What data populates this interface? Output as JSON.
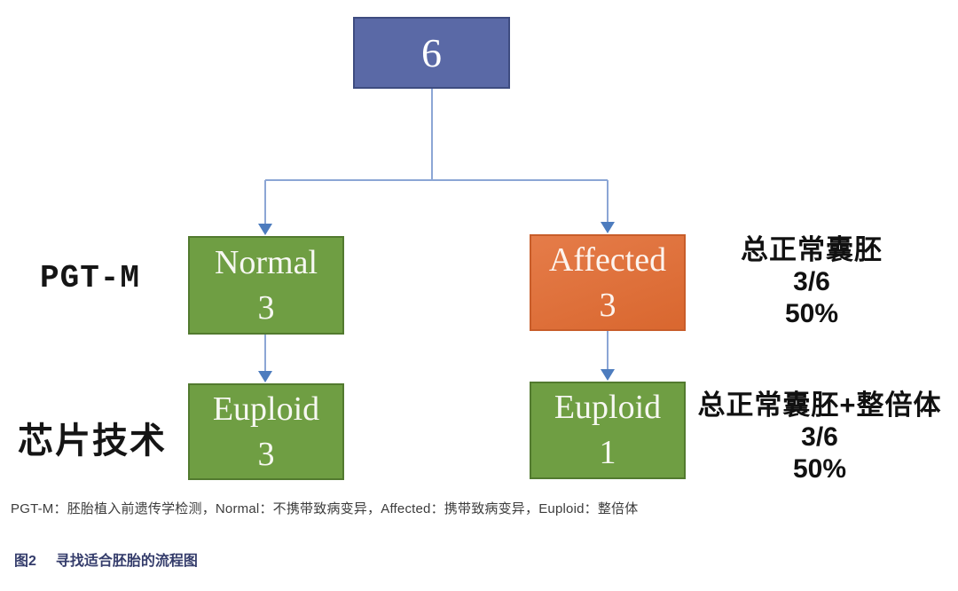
{
  "flow": {
    "root": {
      "value": "6"
    },
    "row_labels": {
      "pgt_m": "PGT-M",
      "chip_technology": "芯片技术"
    },
    "nodes": {
      "normal": {
        "label": "Normal",
        "count": "3"
      },
      "affected": {
        "label": "Affected",
        "count": "3"
      },
      "euploid_left": {
        "label": "Euploid",
        "count": "3"
      },
      "euploid_right": {
        "label": "Euploid",
        "count": "1"
      }
    },
    "annotations": {
      "top": {
        "title": "总正常囊胚",
        "fraction": "3/6",
        "percent": "50%"
      },
      "bottom": {
        "title": "总正常囊胚+整倍体",
        "fraction": "3/6",
        "percent": "50%"
      }
    }
  },
  "footnote": "PGT-M：胚胎植入前遗传学检测，Normal：不携带致病变异，Affected：携带致病变异，Euploid：整倍体",
  "caption": {
    "label": "图2",
    "text": "寻找适合胚胎的流程图"
  },
  "colors": {
    "blue-fill": "#5a69a6",
    "blue-border": "#3e4c80",
    "green-fill": "#6f9e43",
    "green-border": "#527a2f",
    "orange-top": "#e57c49",
    "orange-bottom": "#d9672f",
    "orange-border": "#c85d2a",
    "connector": "#8ca6d5",
    "arrow": "#4d7cbe",
    "caption-color": "#343c6b",
    "footnote-color": "#3c3c3c"
  }
}
